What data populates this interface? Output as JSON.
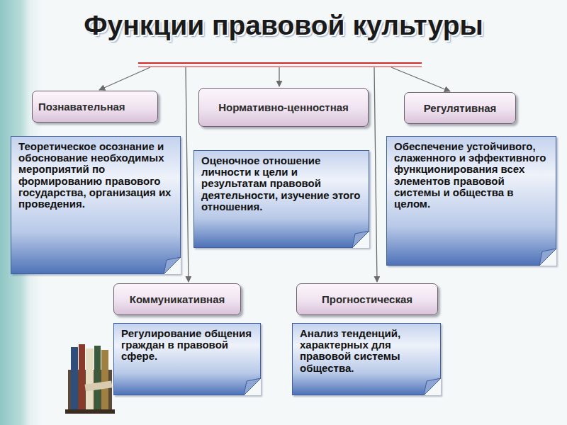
{
  "diagram": {
    "title": "Функции правовой культуры",
    "nodes": [
      {
        "text": [
          "Познавательная"
        ]
      },
      {
        "text": [
          "Нормативно-ценностная"
        ]
      },
      {
        "text": [
          "Регулятивная"
        ]
      },
      {
        "text": [
          "Теоретическое осознание и обоснование необходимых мероприятий по формированию правового государства, организация их проведения."
        ]
      },
      {
        "text": [
          "Оценочное отношение личности к цели и результатам правовой деятельности, изучение этого отношения."
        ]
      },
      {
        "text": [
          "Обеспечение устойчивого, слаженного и эффективного функционирования всех элементов правовой системы и общества в целом."
        ]
      },
      {
        "text": [
          "Коммуникативная"
        ]
      },
      {
        "text": [
          "Прогностическая"
        ]
      },
      {
        "text": [
          "Регулирование общения граждан в правовой сфере."
        ]
      },
      {
        "text": [
          "Анализ тенденций, характерных для правовой системы общества."
        ]
      }
    ]
  }
}
